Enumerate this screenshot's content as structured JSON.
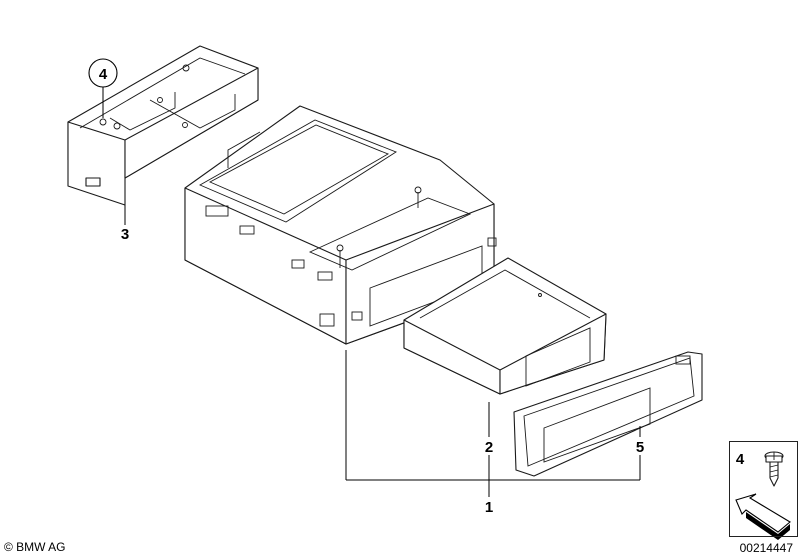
{
  "parts": [
    {
      "id": "part-1",
      "label": "1"
    },
    {
      "id": "part-2",
      "label": "2"
    },
    {
      "id": "part-3",
      "label": "3"
    },
    {
      "id": "part-4",
      "label": "4"
    },
    {
      "id": "part-5",
      "label": "5"
    }
  ],
  "legend": {
    "label": "4"
  },
  "footer": {
    "copyright": "© BMW AG",
    "doc_number": "00214447"
  }
}
